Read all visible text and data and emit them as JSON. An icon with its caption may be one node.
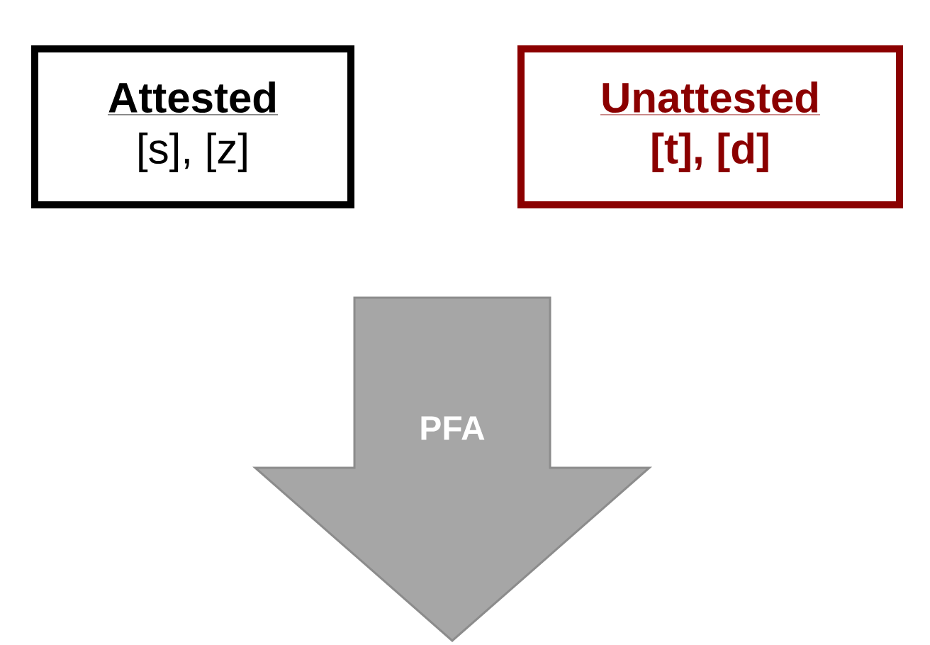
{
  "diagram": {
    "nodes": [
      {
        "text": [
          "Attested",
          "[s], [z]"
        ]
      },
      {
        "text": [
          "Unattested",
          "[t], [d]"
        ]
      },
      {
        "text": [
          "PFA"
        ]
      }
    ]
  }
}
